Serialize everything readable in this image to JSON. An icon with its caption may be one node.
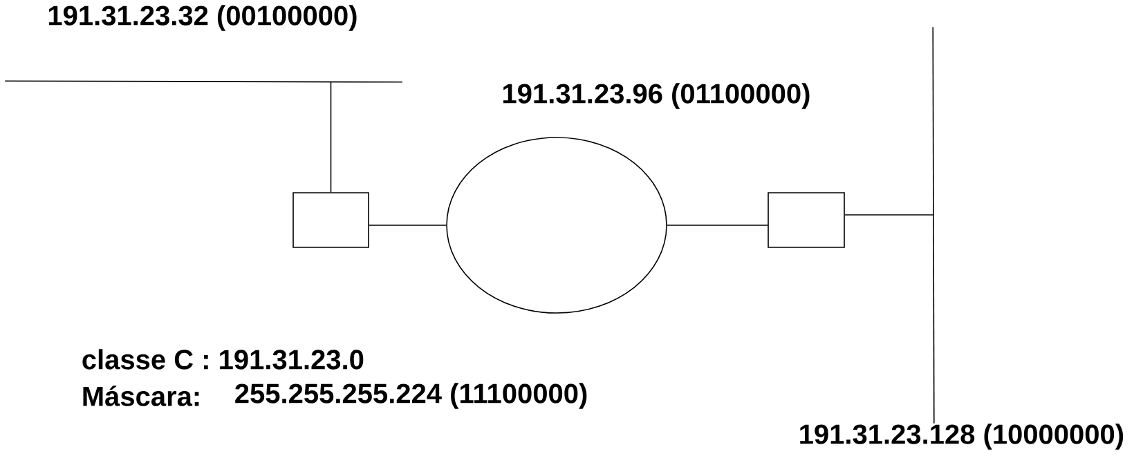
{
  "diagram": {
    "nodes": [
      {
        "text": [],
        "shape": "bar",
        "beside": [
          "191.31.23.32 (00100000)"
        ]
      },
      {
        "text": [],
        "shape": "box"
      },
      {
        "text": [],
        "shape": "ellipse",
        "beside": [
          "191.31.23.96 (01100000)"
        ]
      },
      {
        "text": [],
        "shape": "box"
      },
      {
        "text": [],
        "shape": "bar",
        "beside": [
          "191.31.23.128 (10000000)"
        ]
      }
    ],
    "edges": [
      {
        "from": 0,
        "to": 1,
        "arrow": "none"
      },
      {
        "from": 1,
        "to": 2,
        "arrow": "none"
      },
      {
        "from": 2,
        "to": 3,
        "arrow": "none"
      },
      {
        "from": 3,
        "to": 4,
        "arrow": "none"
      }
    ],
    "labels": [
      "classe C : 191.31.23.0",
      "Máscara:",
      "255.255.255.224 (11100000)"
    ]
  }
}
